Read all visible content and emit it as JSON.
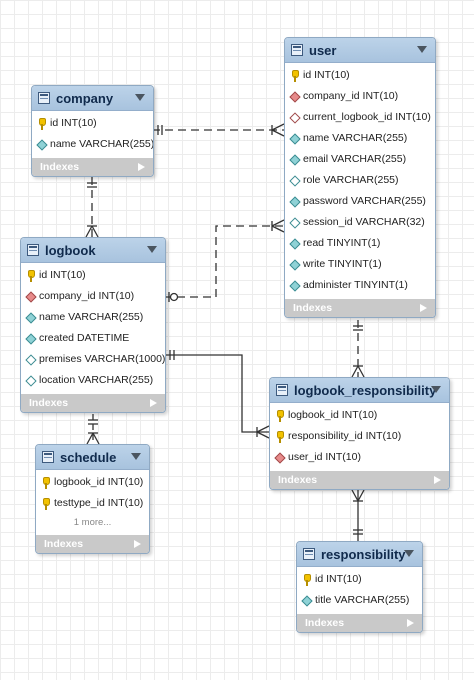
{
  "tables": {
    "company": {
      "name": "company",
      "columns": [
        {
          "icon": "key-icon",
          "text": "id INT(10)"
        },
        {
          "icon": "diamond-icon",
          "text": "name VARCHAR(255)"
        }
      ],
      "indexes_label": "Indexes"
    },
    "user": {
      "name": "user",
      "columns": [
        {
          "icon": "key-icon",
          "text": "id INT(10)"
        },
        {
          "icon": "foreign-key-icon",
          "text": "company_id INT(10)"
        },
        {
          "icon": "foreign-key-outline-icon",
          "text": "current_logbook_id INT(10)"
        },
        {
          "icon": "diamond-icon",
          "text": "name VARCHAR(255)"
        },
        {
          "icon": "diamond-icon",
          "text": "email VARCHAR(255)"
        },
        {
          "icon": "diamond-outline-icon",
          "text": "role VARCHAR(255)"
        },
        {
          "icon": "diamond-icon",
          "text": "password VARCHAR(255)"
        },
        {
          "icon": "diamond-outline-icon",
          "text": "session_id VARCHAR(32)"
        },
        {
          "icon": "diamond-icon",
          "text": "read TINYINT(1)"
        },
        {
          "icon": "diamond-icon",
          "text": "write TINYINT(1)"
        },
        {
          "icon": "diamond-icon",
          "text": "administer TINYINT(1)"
        }
      ],
      "indexes_label": "Indexes"
    },
    "logbook": {
      "name": "logbook",
      "columns": [
        {
          "icon": "key-icon",
          "text": "id INT(10)"
        },
        {
          "icon": "foreign-key-icon",
          "text": "company_id INT(10)"
        },
        {
          "icon": "diamond-icon",
          "text": "name VARCHAR(255)"
        },
        {
          "icon": "diamond-icon",
          "text": "created DATETIME"
        },
        {
          "icon": "diamond-outline-icon",
          "text": "premises VARCHAR(1000)"
        },
        {
          "icon": "diamond-outline-icon",
          "text": "location VARCHAR(255)"
        }
      ],
      "indexes_label": "Indexes"
    },
    "logbook_responsibility": {
      "name": "logbook_responsibility",
      "columns": [
        {
          "icon": "key-icon",
          "text": "logbook_id INT(10)"
        },
        {
          "icon": "key-icon",
          "text": "responsibility_id INT(10)"
        },
        {
          "icon": "foreign-key-icon",
          "text": "user_id INT(10)"
        }
      ],
      "indexes_label": "Indexes"
    },
    "schedule": {
      "name": "schedule",
      "columns": [
        {
          "icon": "key-icon",
          "text": "logbook_id INT(10)"
        },
        {
          "icon": "key-icon",
          "text": "testtype_id INT(10)"
        }
      ],
      "more_text": "1 more...",
      "indexes_label": "Indexes"
    },
    "responsibility": {
      "name": "responsibility",
      "columns": [
        {
          "icon": "key-icon",
          "text": "id INT(10)"
        },
        {
          "icon": "diamond-icon",
          "text": "title VARCHAR(255)"
        }
      ],
      "indexes_label": "Indexes"
    }
  },
  "relationships": [
    {
      "name": "company-user",
      "from": "company",
      "to": "user",
      "style": "dashed"
    },
    {
      "name": "company-logbook",
      "from": "company",
      "to": "logbook",
      "style": "dashed"
    },
    {
      "name": "logbook-user-current",
      "from": "logbook",
      "to": "user",
      "style": "dashed"
    },
    {
      "name": "logbook-schedule",
      "from": "logbook",
      "to": "schedule",
      "style": "dashed"
    },
    {
      "name": "logbook-logbook_responsibility",
      "from": "logbook",
      "to": "logbook_responsibility",
      "style": "solid"
    },
    {
      "name": "user-logbook_responsibility",
      "from": "user",
      "to": "logbook_responsibility",
      "style": "dashed"
    },
    {
      "name": "responsibility-logbook_responsibility",
      "from": "responsibility",
      "to": "logbook_responsibility",
      "style": "solid"
    }
  ]
}
